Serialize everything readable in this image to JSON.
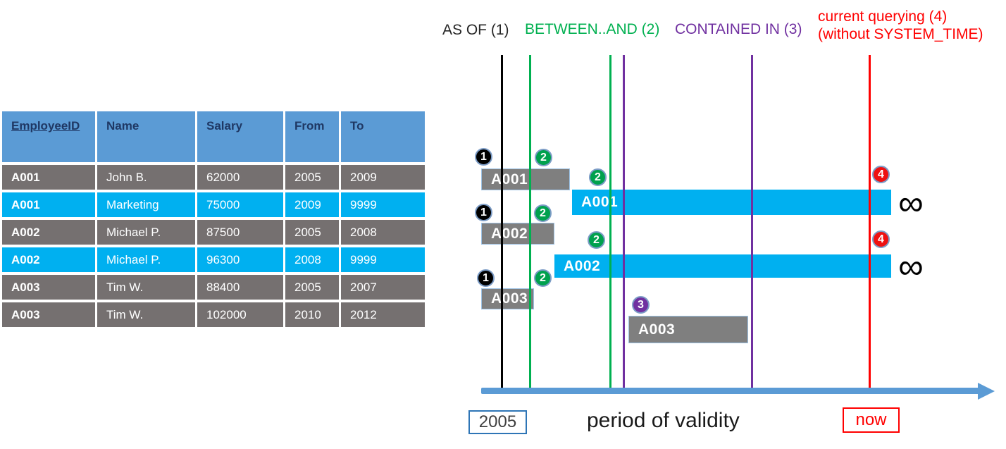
{
  "legend": {
    "as_of": "AS OF (1)",
    "between_and": "BETWEEN..AND (2)",
    "contained_in": "CONTAINED IN (3)",
    "current_line1": "current querying (4)",
    "current_line2": "(without SYSTEM_TIME)"
  },
  "table": {
    "headers": [
      "EmployeeID",
      "Name",
      "Salary",
      "From",
      "To"
    ],
    "rows": [
      {
        "employee_id": "A001",
        "name": "John  B.",
        "salary": "62000",
        "from": "2005",
        "to": "2009",
        "state": "history"
      },
      {
        "employee_id": "A001",
        "name": "Marketing",
        "salary": "75000",
        "from": "2009",
        "to": "9999",
        "state": "current"
      },
      {
        "employee_id": "A002",
        "name": "Michael P.",
        "salary": "87500",
        "from": "2005",
        "to": "2008",
        "state": "history"
      },
      {
        "employee_id": "A002",
        "name": "Michael P.",
        "salary": "96300",
        "from": "2008",
        "to": "9999",
        "state": "current"
      },
      {
        "employee_id": "A003",
        "name": "Tim W.",
        "salary": "88400",
        "from": "2005",
        "to": "2007",
        "state": "history"
      },
      {
        "employee_id": "A003",
        "name": "Tim W.",
        "salary": "102000",
        "from": "2010",
        "to": "2012",
        "state": "history"
      }
    ]
  },
  "diagram": {
    "bars": [
      {
        "label": "A001",
        "state": "history"
      },
      {
        "label": "A001",
        "state": "current"
      },
      {
        "label": "A002",
        "state": "history"
      },
      {
        "label": "A002",
        "state": "current"
      },
      {
        "label": "A003",
        "state": "history"
      },
      {
        "label": "A003",
        "state": "history"
      }
    ],
    "markers": [
      {
        "n": "1"
      },
      {
        "n": "2"
      },
      {
        "n": "2"
      },
      {
        "n": "1"
      },
      {
        "n": "2"
      },
      {
        "n": "2"
      },
      {
        "n": "1"
      },
      {
        "n": "2"
      },
      {
        "n": "3"
      },
      {
        "n": "4"
      },
      {
        "n": "4"
      }
    ],
    "infinity_symbol": "∞",
    "axis": {
      "start": "2005",
      "label": "period of validity",
      "now": "now"
    }
  },
  "colors": {
    "header_blue": "#5B9BD5",
    "history_gray": "#7F7F7F",
    "current_cyan": "#00B0F0",
    "green": "#00B050",
    "purple": "#7030A0",
    "red": "#FF0000",
    "timeline_blue": "#5B9BD5",
    "header_text_navy": "#1F3864"
  }
}
